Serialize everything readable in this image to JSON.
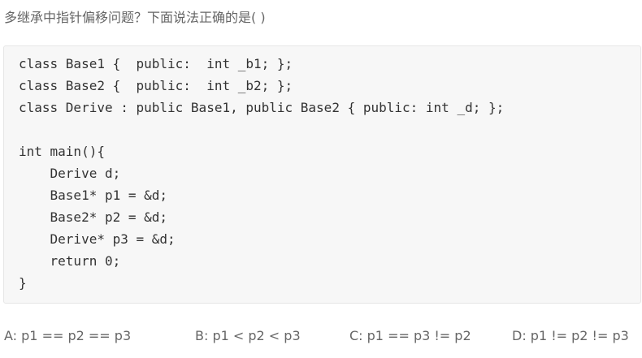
{
  "question": {
    "text": "多继承中指针偏移问题？下面说法正确的是( )"
  },
  "code": {
    "lines": [
      "class Base1 {  public:  int _b1; };",
      "class Base2 {  public:  int _b2; };",
      "class Derive : public Base1, public Base2 { public: int _d; };",
      "",
      "int main(){",
      "    Derive d;",
      "    Base1* p1 = &d;",
      "    Base2* p2 = &d;",
      "    Derive* p3 = &d;",
      "    return 0;",
      "}"
    ]
  },
  "options": [
    {
      "label": "A:  p1 == p2 == p3"
    },
    {
      "label": "B:  p1 < p2 < p3"
    },
    {
      "label": "C:  p1 == p3 != p2"
    },
    {
      "label": "D:  p1 != p2 != p3"
    }
  ]
}
